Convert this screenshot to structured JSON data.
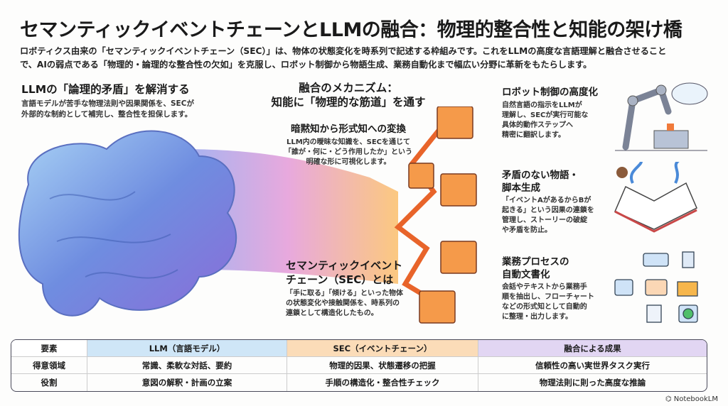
{
  "title": "セマンティックイベントチェーンとLLMの融合：物理的整合性と知能の架け橋",
  "intro": [
    "ロボティクス由来の「セマンティックイベントチェーン（SEC）」は、物体の状態変化を時系列で記述する枠組みです。これをLLMの高度な言語理解と融合させること",
    "で、AIの弱点である「物理的・論理的な整合性の欠如」を克服し、ロボット制御から物語生成、業務自動化まで幅広い分野に革新をもたらします。"
  ],
  "left": {
    "heading": "LLMの「論理的矛盾」を解消する",
    "body": [
      "言語モデルが苦手な物理法則や因果関係を、SECが",
      "外部的な制約として補完し、整合性を担保します。"
    ]
  },
  "center": {
    "heading": [
      "融合のメカニズム：",
      "知能に「物理的な筋道」を通す"
    ],
    "tacit": {
      "heading": "暗黙知から形式知への変換",
      "body": [
        "LLM内の曖昧な知識を、SECを通じて",
        "「誰が・何に・どう作用したか」という",
        "明確な形に可視化します。"
      ]
    },
    "sec": {
      "heading": [
        "セマンティックイベント",
        "チェーン（SEC）とは"
      ],
      "body": [
        "「手に取る」「傾ける」といった物体",
        "の状態変化や接触関係を、時系列の",
        "連鎖として構造化したもの。"
      ]
    }
  },
  "right": [
    {
      "heading": [
        "ロボット制御の高度化"
      ],
      "body": [
        "自然言語の指示をLLMが",
        "理解し、SECが実行可能な",
        "具体的動作ステップへ",
        "精密に翻訳します。"
      ]
    },
    {
      "heading": [
        "矛盾のない物語・",
        "脚本生成"
      ],
      "body": [
        "「イベントAがあるからBが",
        "起きる」という因果の連鎖を",
        "管理し、ストーリーの破綻",
        "や矛盾を防止。"
      ]
    },
    {
      "heading": [
        "業務プロセスの",
        "自動文書化"
      ],
      "body": [
        "会話やテキストから業務手",
        "順を抽出し、フローチャート",
        "などの形式知として自動的",
        "に整理・出力します。"
      ]
    }
  ],
  "table": {
    "headers": [
      "要素",
      "LLM（言語モデル）",
      "SEC（イベントチェーン）",
      "融合による成果"
    ],
    "rows": [
      [
        "得意領域",
        "常識、柔軟な対話、要約",
        "物理的因果、状態遷移の把握",
        "信頼性の高い実世界タスク実行"
      ],
      [
        "役割",
        "意図の解釈・計画の立案",
        "手順の構造化・整合性チェック",
        "物理法則に則った高度な推論"
      ]
    ]
  },
  "colors": {
    "llm": "#cfe6f7",
    "sec": "#fbdcb8",
    "fusion": "#e2d6f3",
    "chain": "#f07a3a"
  },
  "footer": "NotebookLM"
}
